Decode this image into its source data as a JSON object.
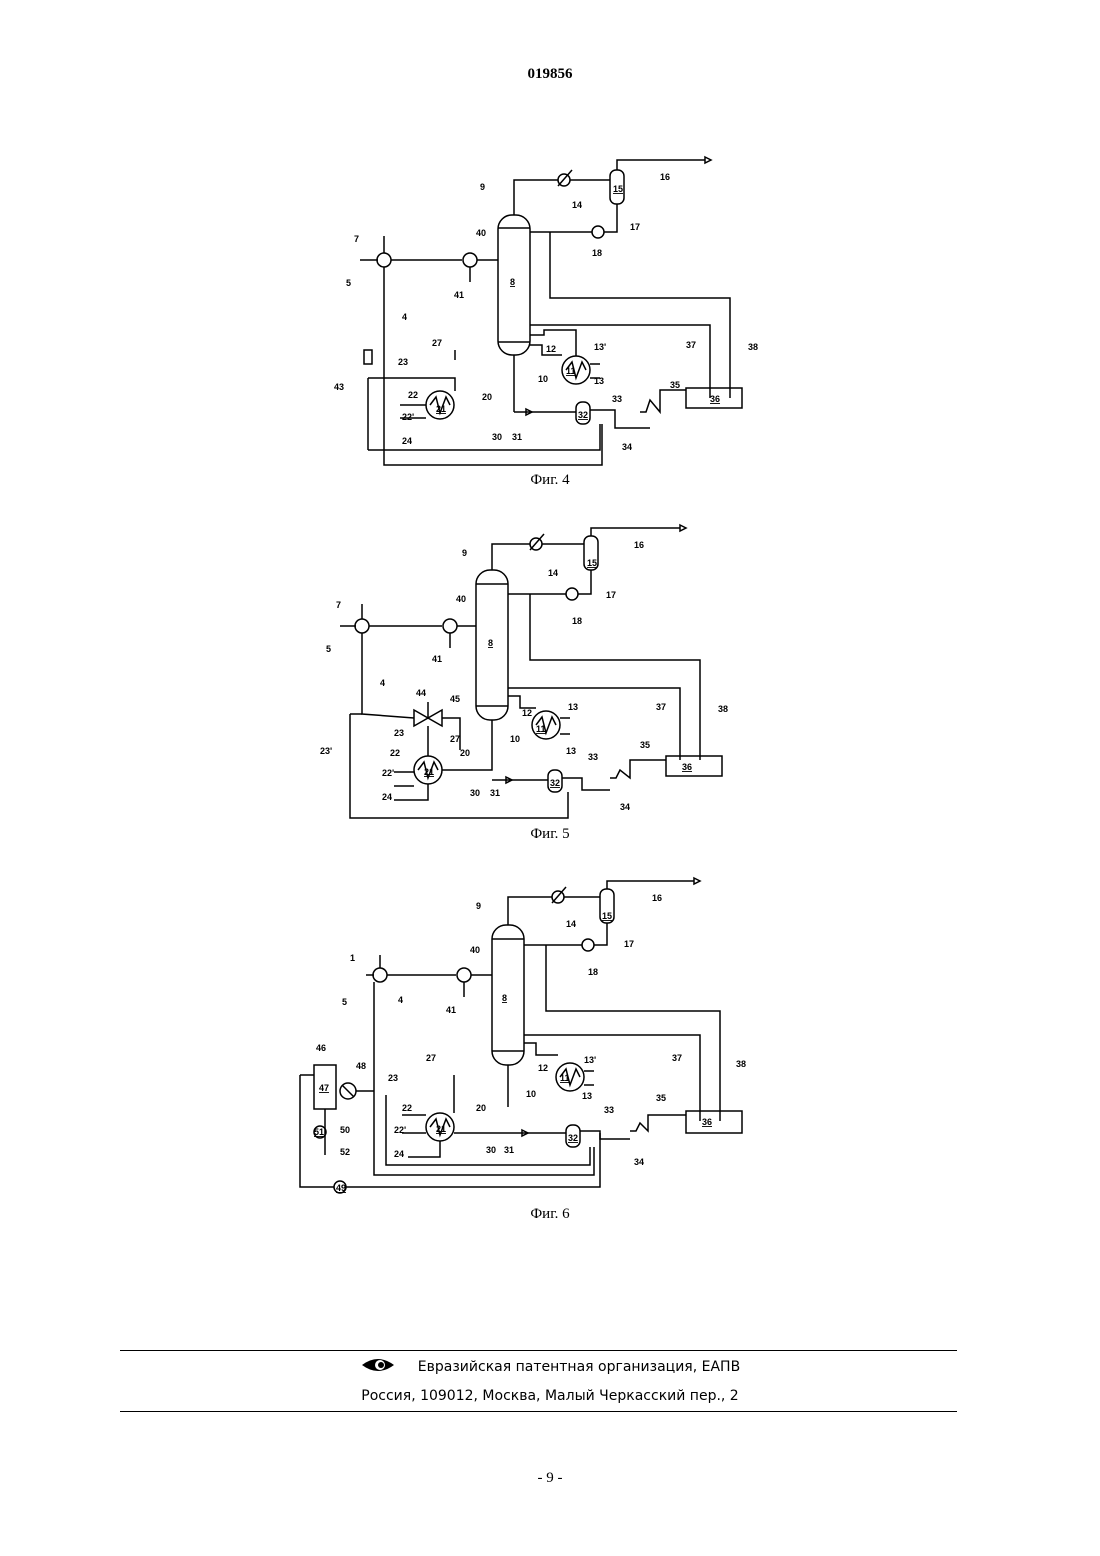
{
  "page": {
    "number": "019856",
    "folio": "- 9 -"
  },
  "figures": [
    {
      "caption": "Фиг. 4",
      "labels": [
        "9",
        "14",
        "15",
        "16",
        "17",
        "18",
        "7",
        "5",
        "40",
        "41",
        "4",
        "8",
        "12",
        "13'",
        "11",
        "13",
        "27",
        "23",
        "22",
        "22'",
        "21",
        "24",
        "43",
        "20",
        "10",
        "30",
        "31",
        "32",
        "33",
        "34",
        "35",
        "36",
        "37",
        "38"
      ]
    },
    {
      "caption": "Фиг. 5",
      "labels": [
        "9",
        "14",
        "15",
        "16",
        "17",
        "18",
        "7",
        "5",
        "40",
        "41",
        "4",
        "8",
        "44",
        "45",
        "12",
        "13",
        "11",
        "13",
        "37",
        "38",
        "23",
        "23'",
        "22",
        "22'",
        "21",
        "27",
        "20",
        "10",
        "24",
        "30",
        "31",
        "32",
        "33",
        "35",
        "36",
        "34"
      ]
    },
    {
      "caption": "Фиг. 6",
      "labels": [
        "9",
        "14",
        "15",
        "16",
        "17",
        "18",
        "1",
        "5",
        "4",
        "40",
        "41",
        "8",
        "46",
        "47",
        "48",
        "23",
        "27",
        "12",
        "13'",
        "11",
        "13",
        "37",
        "38",
        "22",
        "22'",
        "21",
        "20",
        "10",
        "33",
        "35",
        "36",
        "51",
        "50",
        "52",
        "24",
        "30",
        "31",
        "32",
        "34",
        "49"
      ]
    }
  ],
  "footer": {
    "line1": "Евразийская патентная организация, ЕАПВ",
    "line2": "Россия, 109012, Москва, Малый Черкасский пер., 2"
  },
  "icons": {
    "footer_logo": "eye-logo-icon"
  }
}
